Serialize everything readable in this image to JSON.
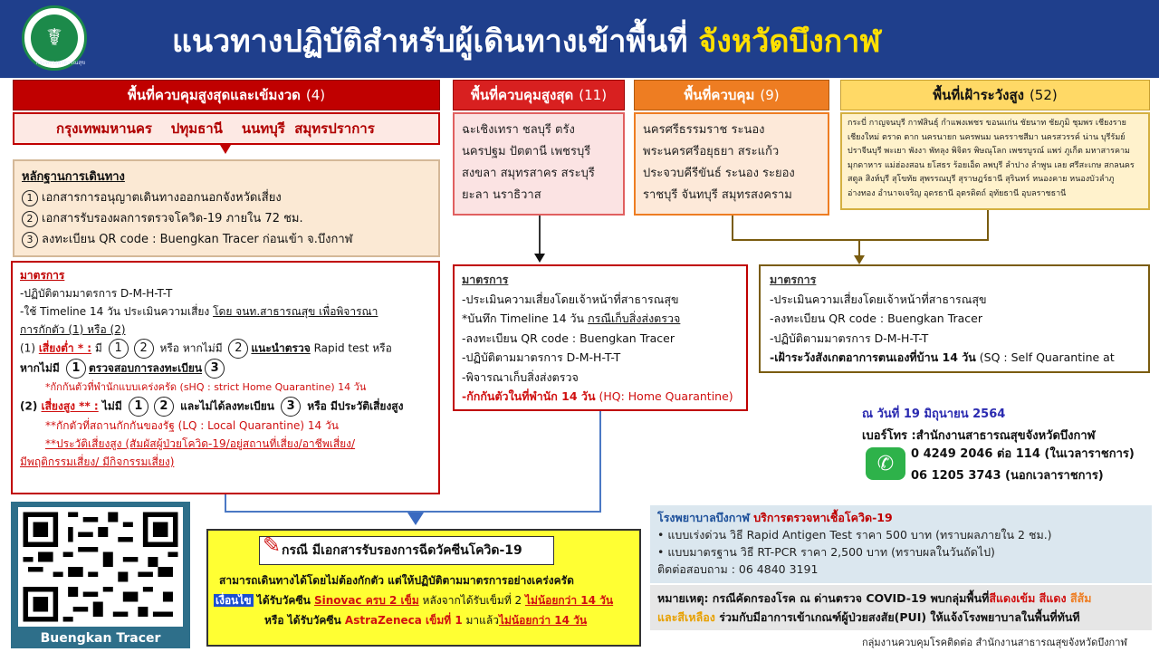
{
  "header": {
    "title": "แนวทางปฏิบัติสำหรับผู้เดินทางเข้าพื้นที่",
    "title_accent": "จังหวัดบึงกาฬ",
    "logo_text": "กระทรวงสาธารณสุข"
  },
  "zones": {
    "z1": {
      "label": "พื้นที่ควบคุมสูงสุดและเข้มงวด",
      "count": "(4)",
      "provinces": "กรุงเทพมหานคร    ปทุมธานี    นนทบุรี  สมุทรปราการ"
    },
    "z2": {
      "label": "พื้นที่ควบคุมสูงสุด",
      "count": "(11)",
      "provinces": "ฉะเชิงเทรา ชลบุรี ตรัง นครปฐม ปัตตานี เพชรบุรี สงขลา สมุทรสาคร สระบุรี ยะลา นราธิวาส"
    },
    "z3": {
      "label": "พื้นที่ควบคุม",
      "count": "(9)",
      "provinces": "นครศรีธรรมราช ระนอง พระนครศรีอยุธยา สระแก้ว ประจวบคีรีขันธ์ ระนอง ระยอง ราชบุรี จันทบุรี สมุทรสงคราม"
    },
    "z4": {
      "label": "พื้นที่เฝ้าระวังสูง",
      "count": "(52)",
      "provinces": "กระบี่ กาญจนบุรี กาฬสินธุ์ กำแพงเพชร ขอนแก่น ชัยนาท ชัยภูมิ ชุมพร เชียงราย เชียงใหม่ ตราด ตาก นครนายก นครพนม นครราชสีมา นครสวรรค์ น่าน บุรีรัมย์ ปราจีนบุรี พะเยา พังงา พัทลุง พิจิตร พิษณุโลก เพชรบูรณ์ แพร่ ภูเก็ต มหาสารคาม มุกดาหาร แม่ฮ่องสอน ยโสธร ร้อยเอ็ด ลพบุรี ลำปาง ลำพูน เลย ศรีสะเกษ สกลนคร สตูล สิงห์บุรี สุโขทัย สุพรรณบุรี สุราษฎร์ธานี สุรินทร์ หนองคาย หนองบัวลำภู อ่างทอง อำนาจเจริญ อุดรธานี อุตรดิตถ์ อุทัยธานี อุบลราชธานี"
    }
  },
  "evidence": {
    "heading": "หลักฐานการเดินทาง",
    "items": [
      {
        "num": "1",
        "text": "เอกสารการอนุญาตเดินทางออกนอกจังหวัดเสี่ยง"
      },
      {
        "num": "2",
        "text": "เอกสารรับรองผลการตรวจโควิด-19 ภายใน 72 ชม."
      },
      {
        "num": "3",
        "text": "ลงทะเบียน QR code : Buengkan Tracer ก่อนเข้า  จ.บึงกาฬ"
      }
    ]
  },
  "measure1": {
    "heading": "มาตรการ",
    "l1": "-ปฏิบัติตามมาตรการ D-M-H-T-T",
    "l2a": "-ใช้ Timeline 14 วัน  ประเมินความเสี่ยง ",
    "l2b": "โดย จนท.สาธารณสุข เพื่อพิจารณา",
    "l3": "การกักตัว (1) หรือ (2)",
    "l4a": "(1) ",
    "l4b": "เสี่ยงต่ำ * :",
    "l4c": " มี ",
    "l4d": " หรือ หากไม่มี ",
    "l4e": "แนะนำตรวจ",
    "l4f": " Rapid test หรือ",
    "l5a": "หากไม่มี ",
    "l5b": "ตรวจสอบการลงทะเบียน",
    "l6": "*กักกันตัวที่พำนักแบบเคร่งครัด (sHQ : strict Home Quarantine) 14 วัน",
    "l7a": "(2) ",
    "l7b": "เสี่ยงสูง ** :",
    "l7c": " ไม่มี ",
    "l7d": " และไม่ได้ลงทะเบียน ",
    "l7e": " หรือ มีประวัติเสี่ยงสูง",
    "l8": "**กักตัวที่สถานกักกันของรัฐ (LQ : Local Quarantine) 14 วัน",
    "l9": "**ประวัติเสี่ยงสูง (สัมผัสผู้ป่วยโควิด-19/อยู่สถานที่เสี่ยง/อาชีพเสี่ยง/",
    "l10": "มีพฤติกรรมเสี่ยง/ มีกิจกรรมเสี่ยง)"
  },
  "measure2": {
    "heading": "มาตรการ",
    "l1": "-ประเมินความเสี่ยงโดยเจ้าหน้าที่สาธารณสุข",
    "l2a": " *บันทึก Timeline 14 วัน ",
    "l2b": "กรณีเก็บสิ่งส่งตรวจ",
    "l3": "-ลงทะเบียน QR code : Buengkan Tracer",
    "l4": "-ปฏิบัติตามมาตรการ D-M-H-T-T",
    "l5": "-พิจารณาเก็บสิ่งส่งตรวจ",
    "l6a": "-กักกันตัวในที่พำนัก 14 วัน",
    "l6b": " (HQ: Home Quarantine)"
  },
  "measure3": {
    "heading": "มาตรการ",
    "l1": "-ประเมินความเสี่ยงโดยเจ้าหน้าที่สาธารณสุข",
    "l2": "-ลงทะเบียน QR code : Buengkan Tracer",
    "l3": "-ปฏิบัติตามมาตรการ D-M-H-T-T",
    "l4a": "-เฝ้าระวังสังเกตอาการตนเองที่บ้าน 14 วัน",
    "l4b": " (SQ : Self Quarantine at home)"
  },
  "contact": {
    "date": "ณ วันที่ 19 มิถุนายน 2564",
    "phone_label": "เบอร์โทร :สำนักงานสาธารณสุขจังหวัดบึงกาฬ",
    "phone1": "0 4249 2046 ต่อ 114  (ในเวลาราชการ)",
    "phone2": "06 1205 3743  (นอกเวลาราชการ)"
  },
  "qr": {
    "label": "Buengkan Tracer"
  },
  "vaccine": {
    "title": "กรณี  มีเอกสารรับรองการฉีดวัคซีนโควิด-19",
    "l1": "สามารถเดินทางได้โดยไม่ต้องกักตัว แต่ให้ปฏิบัติตามมาตรการอย่างเคร่งครัด",
    "l2a": "เงื่อนไข",
    "l2b": " ได้รับวัคซีน ",
    "l2c": "Sinovac ครบ 2 เข็ม",
    "l2d": "  หลังจากได้รับเข็มที่ 2 ",
    "l2e": "ไม่น้อยกว่า 14 วัน",
    "l3a": "หรือ ได้รับวัคซีน ",
    "l3b": "AstraZeneca เข็มที่ 1",
    "l3c": " มาแล้ว",
    "l3d": "ไม่น้อยกว่า 14 วัน"
  },
  "hospital": {
    "t1": "โรงพยาบาลบึงกาฬ ",
    "t2": "บริการตรวจหาเชื้อโควิด-19",
    "l1": "•   แบบเร่งด่วน วิธี Rapid Antigen Test ราคา 500 บาท (ทราบผลภายใน 2 ชม.)",
    "l2": "•   แบบมาตรฐาน  วิธี RT-PCR ราคา 2,500 บาท (ทราบผลในวันถัดไป)",
    "l3": "ติดต่อสอบถาม : 06 4840 3191"
  },
  "note": {
    "a": "หมายเหตุ: กรณีคัดกรองโรค ณ ด่านตรวจ COVID-19 พบกลุ่มพื้นที่",
    "b": "สีแดงเข้ม สีแดง",
    "c": " สีส้ม",
    "d": "และสีเหลือง",
    "e": " ร่วมกับมีอาการเข้าเกณฑ์ผู้ป่วยสงสัย(PUI) ให้แจ้งโรงพยาบาลในพื้นที่ทันที"
  },
  "footer": "กลุ่มงานควบคุมโรคติดต่อ สำนักงานสาธารณสุขจังหวัดบึงกาฬ",
  "colors": {
    "header_bg": "#1f3f8c",
    "accent_yellow": "#ffe000",
    "zone1": "#c00000",
    "zone3": "#ee7d22",
    "zone4": "#ffd966"
  }
}
